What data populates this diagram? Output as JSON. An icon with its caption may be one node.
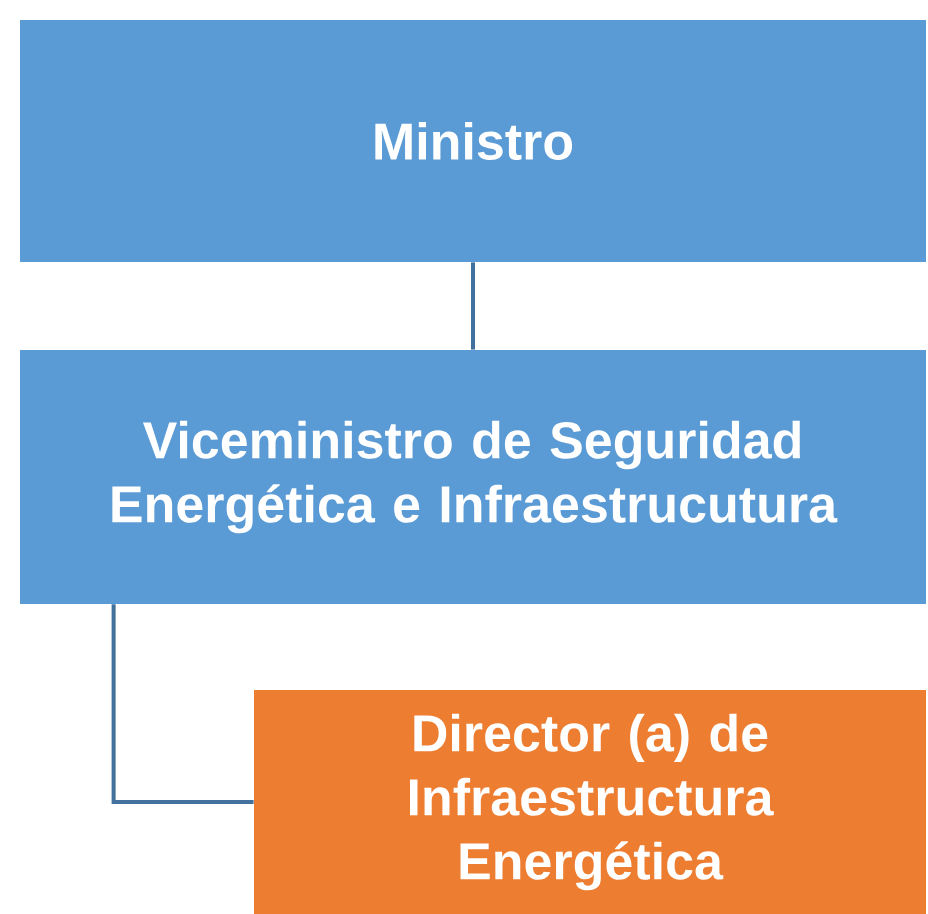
{
  "diagram": {
    "nodes": [
      {
        "text": [
          "Ministro"
        ]
      },
      {
        "text": [
          "Viceministro de Seguridad Energética e Infraestrucutura"
        ]
      },
      {
        "text": [
          "Director (a) de Infraestructura Energética"
        ]
      }
    ],
    "edges": [
      {
        "from": 0,
        "to": 1,
        "arrow": "none"
      },
      {
        "from": 1,
        "to": 2,
        "arrow": "none"
      }
    ]
  }
}
